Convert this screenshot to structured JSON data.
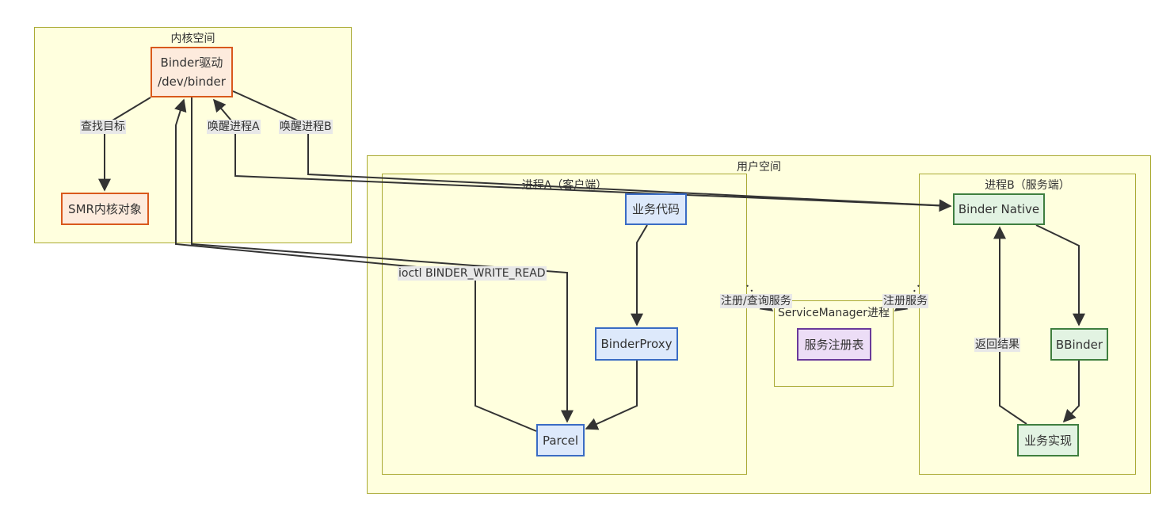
{
  "clusters": {
    "kernel": "内核空间",
    "user": "用户空间",
    "process_a": "进程A（客户端）",
    "process_b": "进程B（服务端）",
    "service_manager": "ServiceManager进程"
  },
  "nodes": {
    "binder_driver_line1": "Binder驱动",
    "binder_driver_line2": "/dev/binder",
    "smr": "SMR内核对象",
    "biz_code": "业务代码",
    "binder_proxy": "BinderProxy",
    "parcel": "Parcel",
    "registry": "服务注册表",
    "binder_native": "Binder Native",
    "bbinder": "BBinder",
    "biz_impl": "业务实现"
  },
  "edges": {
    "find_target": "查找目标",
    "wake_a": "唤醒进程A",
    "wake_b": "唤醒进程B",
    "ioctl": "ioctl BINDER_WRITE_READ",
    "register_query": "注册/查询服务",
    "register": "注册服务",
    "return_result": "返回结果"
  },
  "colors": {
    "cluster_fill": "#ffffde",
    "cluster_border": "#aaaa33",
    "kernel_node": "#d9591c",
    "client_node": "#3a6cc4",
    "server_node": "#3f7f3f",
    "sm_node": "#6a3a9a",
    "edge": "#333333"
  }
}
